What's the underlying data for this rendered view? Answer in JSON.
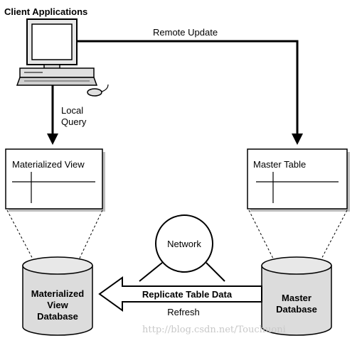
{
  "labels": {
    "client_applications": "Client Applications",
    "remote_update": "Remote Update",
    "local_query_line1": "Local",
    "local_query_line2": "Query",
    "materialized_view": "Materialized View",
    "master_table": "Master Table",
    "network": "Network",
    "mv_database_line1": "Materialized",
    "mv_database_line2": "View",
    "mv_database_line3": "Database",
    "master_database_line1": "Master",
    "master_database_line2": "Database",
    "replicate_table_data": "Replicate Table Data",
    "refresh": "Refresh"
  },
  "watermark": "http://blog.csdn.net/Touchuoni"
}
